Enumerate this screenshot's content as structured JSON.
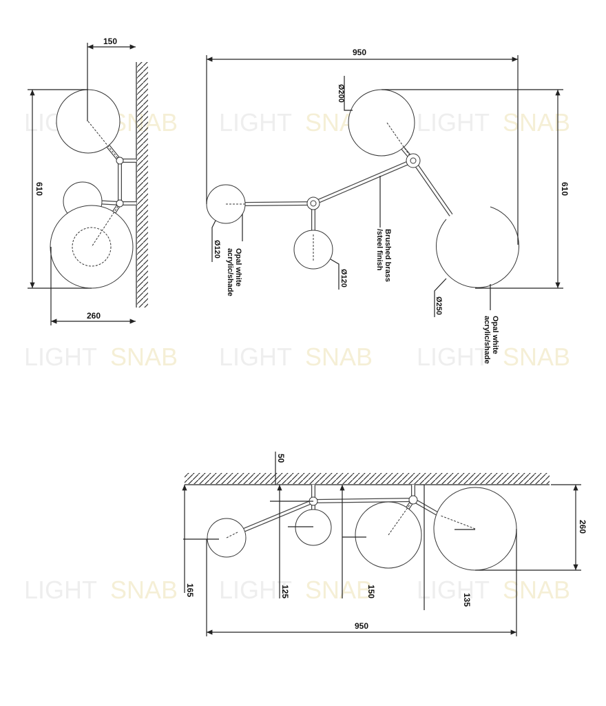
{
  "watermark": {
    "part1": "LIGHT",
    "part2": "SNAB",
    "color_gray": "#eeeeee",
    "color_gold": "#f5efd6"
  },
  "side_view": {
    "dim_depth": "150",
    "dim_height": "610",
    "dim_width": "260"
  },
  "top_view": {
    "dim_width": "950",
    "dim_height": "610",
    "labels": {
      "d200": "Ø200",
      "d120_left": "Ø120",
      "d120_mid": "Ø120",
      "d250": "Ø250",
      "shade_left_1": "Opal white",
      "shade_left_2": "acrylic/shade",
      "arm_1": "Brushed brass",
      "arm_2": "/steel finish",
      "shade_right_1": "Opal white",
      "shade_right_2": "acrylic/shade"
    }
  },
  "front_view": {
    "dim_canopy": "50",
    "dim_width": "950",
    "dim_height": "260",
    "drops": [
      "165",
      "125",
      "150",
      "135"
    ]
  }
}
